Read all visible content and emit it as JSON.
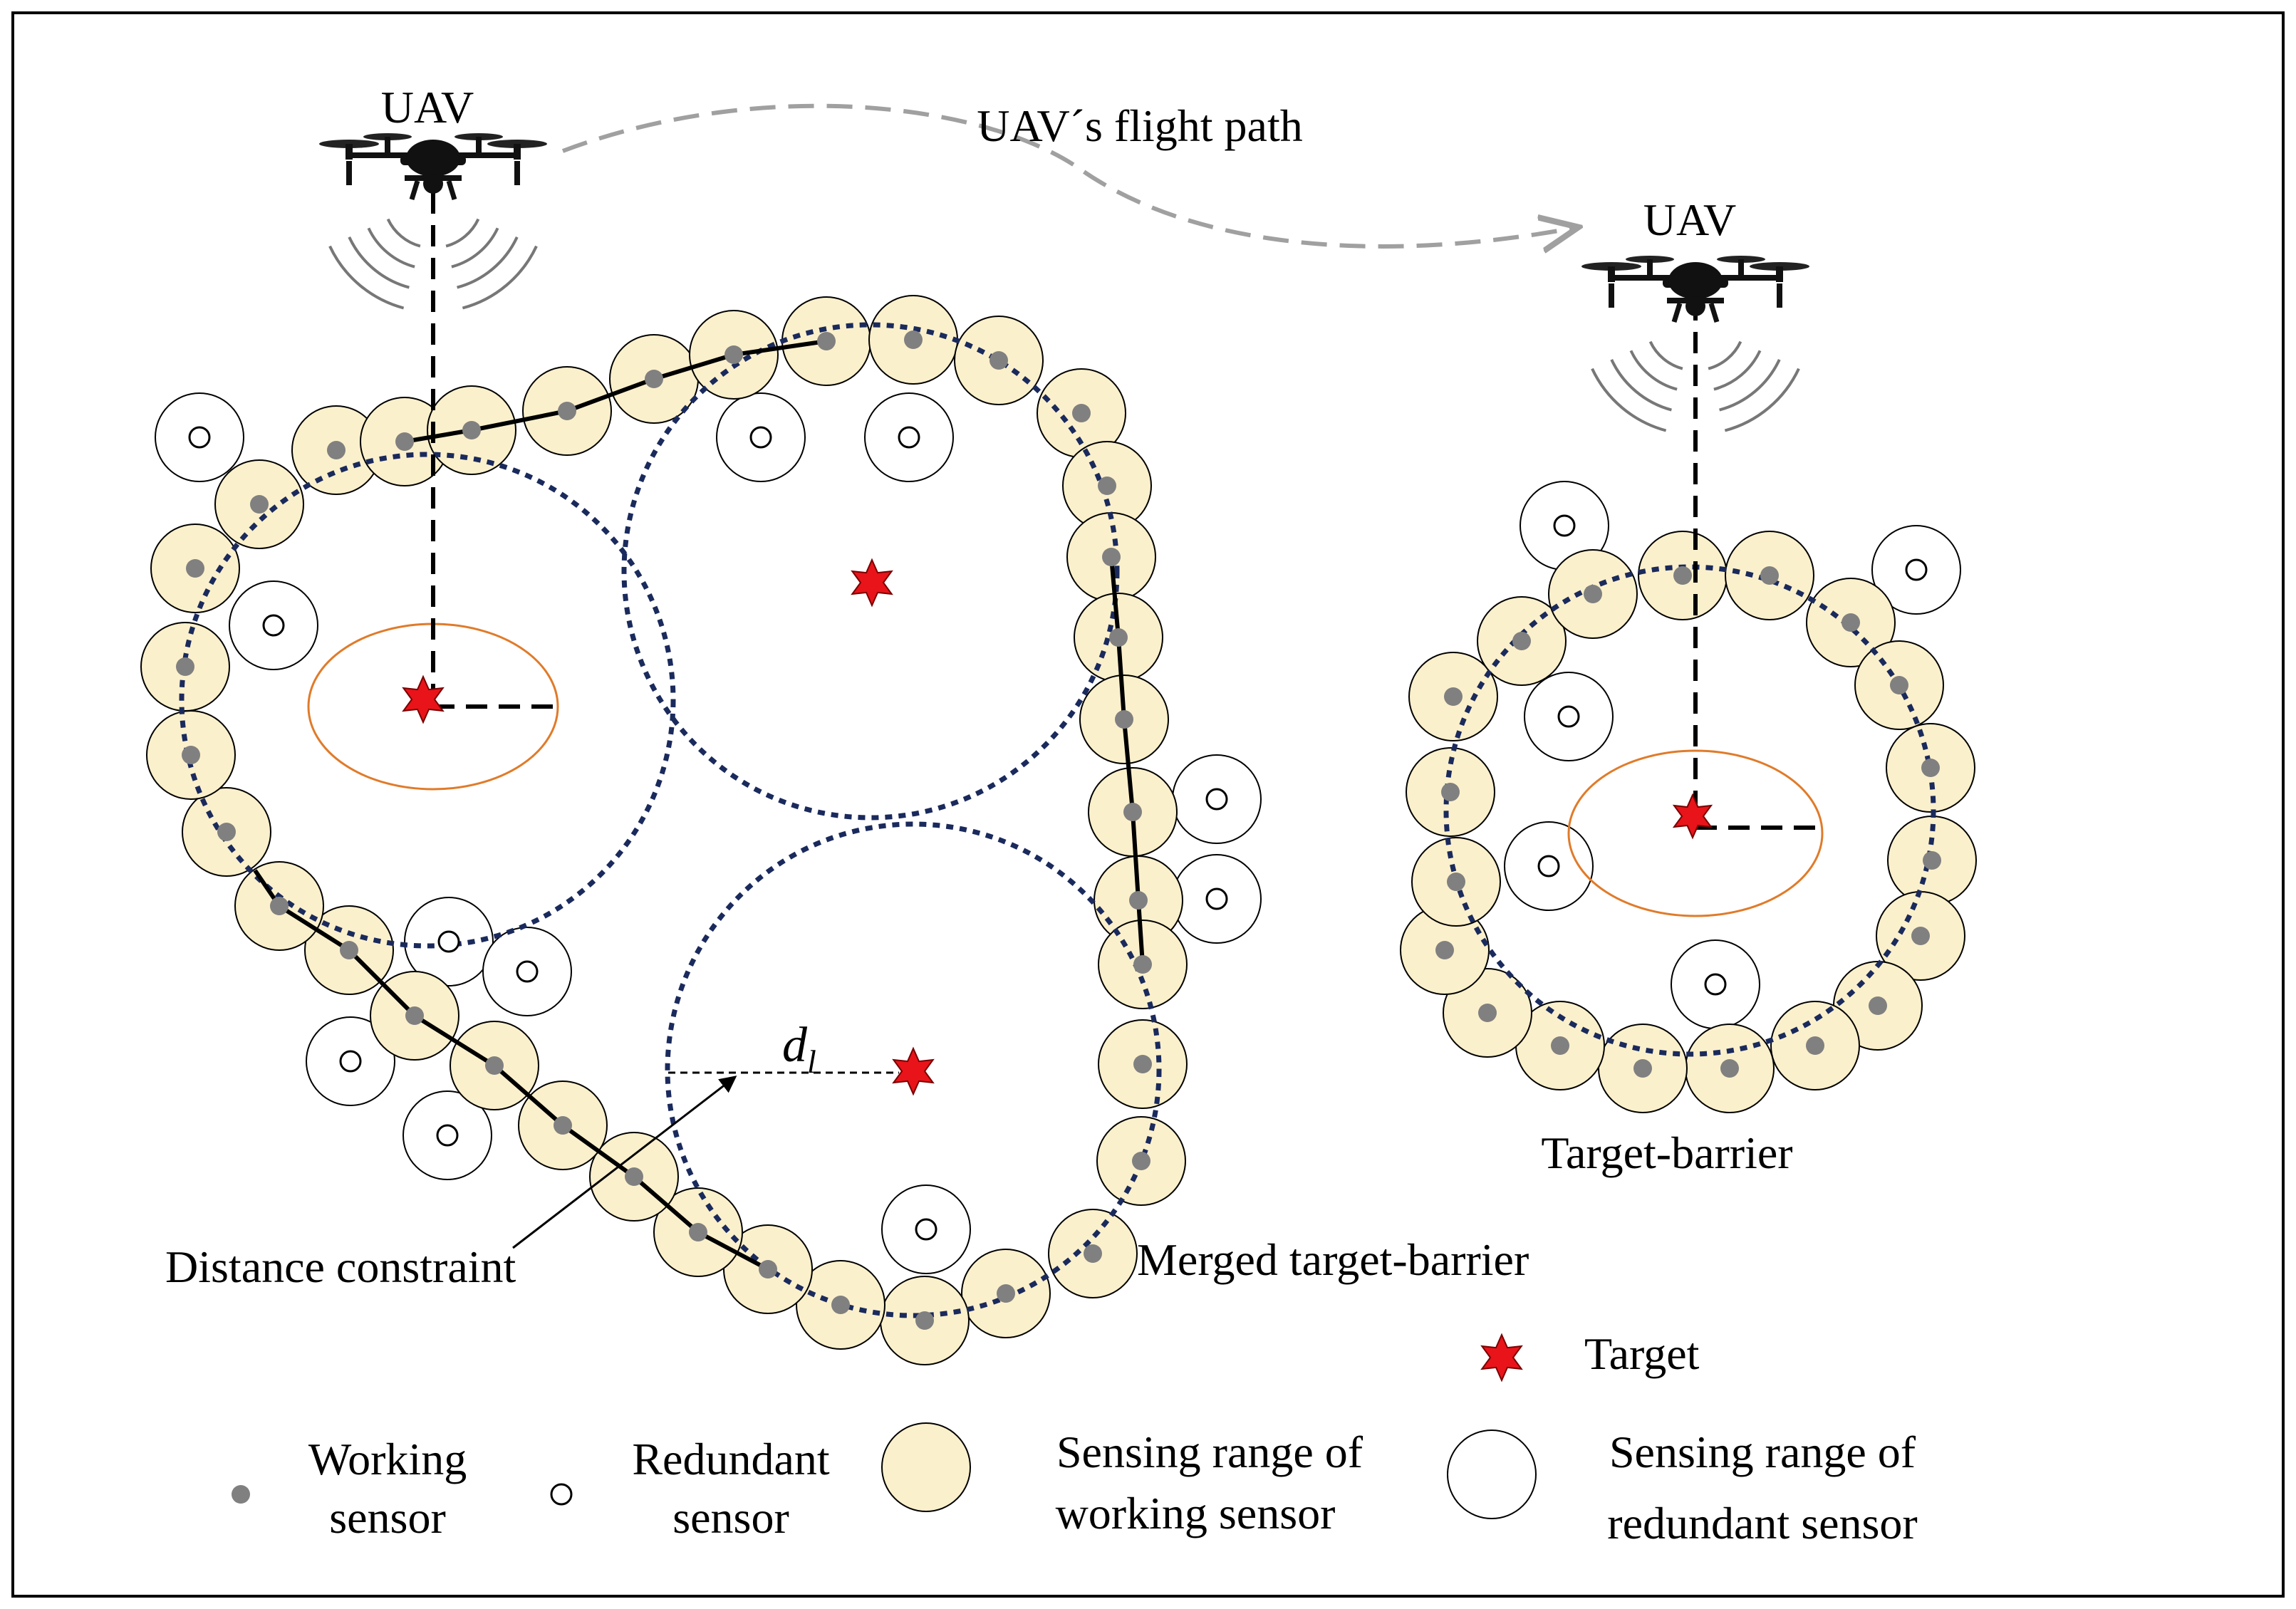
{
  "labels": {
    "uav_left": "UAV",
    "uav_right": "UAV",
    "flight_path": "UAV´s flight path",
    "distance_constraint": "Distance constraint",
    "d_main": "d",
    "d_sub": "l",
    "merged_barrier": "Merged target-barrier",
    "target_barrier": "Target-barrier"
  },
  "legend": {
    "target": "Target",
    "working_line1": "Working",
    "working_line2": "sensor",
    "redundant_line1": "Redundant",
    "redundant_line2": "sensor",
    "sr_working_line1": "Sensing range of",
    "sr_working_line2": "working sensor",
    "sr_redundant_line1": "Sensing range of",
    "sr_redundant_line2": "redundant sensor"
  },
  "colors": {
    "sensing_fill": "#fbf0cc",
    "working_dot": "#808080",
    "target": "#e8141a",
    "barrier_dash": "#1a2a5c",
    "ellipse": "#e07b2a",
    "flight_path": "#a0a0a0"
  },
  "icons": {
    "uav": "drone-icon",
    "signal": "signal-waves-icon",
    "target": "star-icon"
  }
}
